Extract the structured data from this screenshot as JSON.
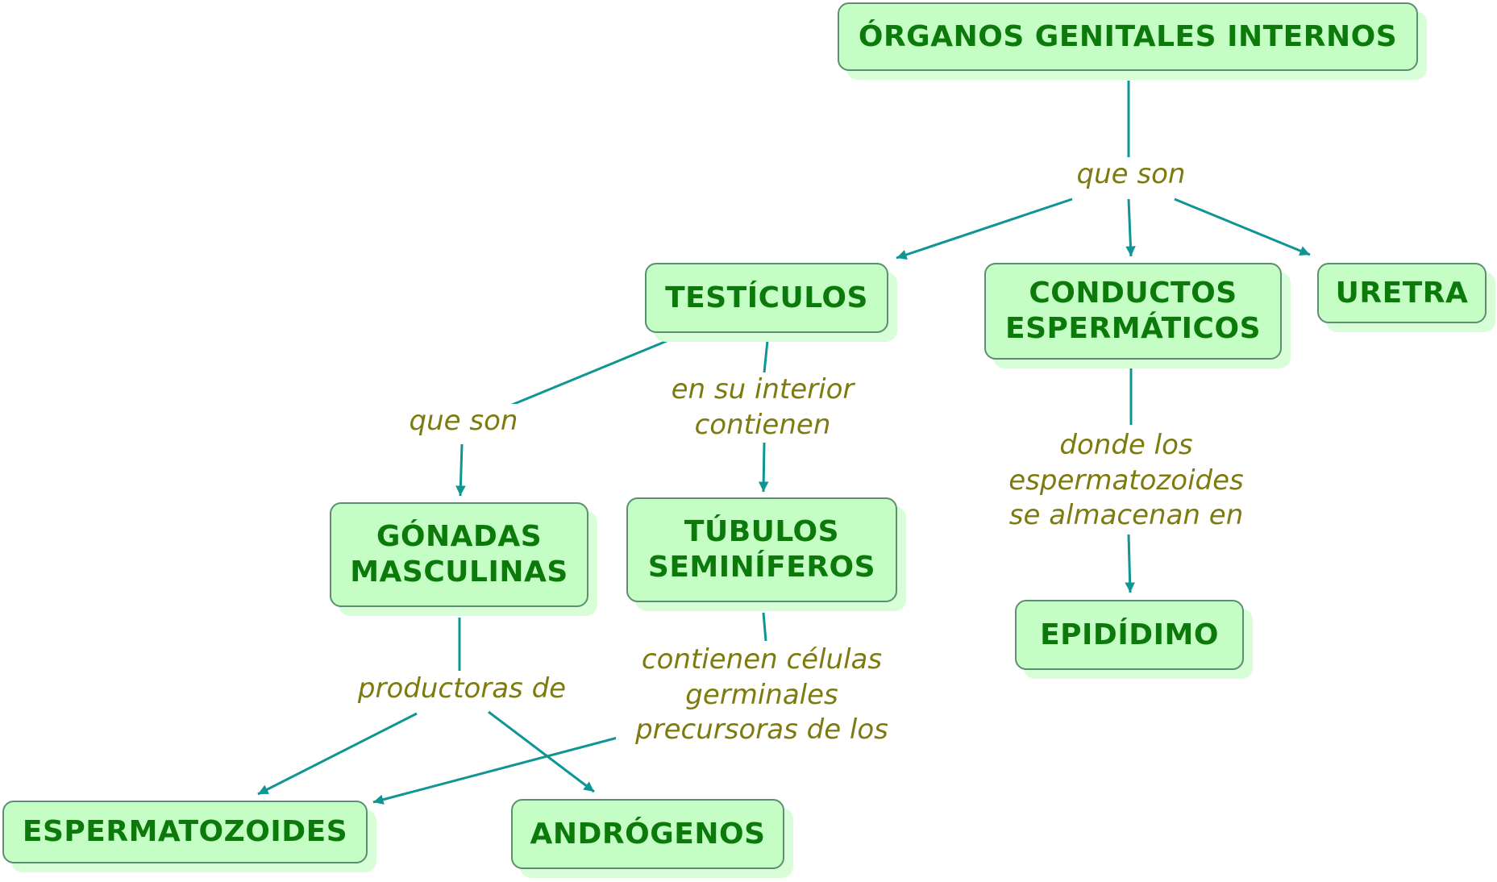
{
  "nodes": {
    "organos": "ÓRGANOS GENITALES INTERNOS",
    "testiculos": "TESTÍCULOS",
    "conductos": "CONDUCTOS\nESPERMÁTICOS",
    "uretra": "URETRA",
    "gonadas": "GÓNADAS\nMASCULINAS",
    "tubulos": "TÚBULOS\nSEMINÍFEROS",
    "epididimo": "EPIDÍDIMO",
    "espermatozoides": "ESPERMATOZOIDES",
    "androgenos": "ANDRÓGENOS"
  },
  "links": {
    "organos_que_son": "que son",
    "testiculos_que_son": "que son",
    "en_su_interior": "en su interior\ncontienen",
    "donde_los": "donde los\nespermatozoides\nse almacenan en",
    "productoras_de": "productoras de",
    "contienen_celulas": "contienen células\ngerminales\nprecursoras de los"
  },
  "colors": {
    "node_fill": "#c4fec4",
    "node_border": "#5d8e72",
    "node_text": "#0b7a0b",
    "link_text": "#7d7a0f",
    "connector": "#0f9593"
  }
}
